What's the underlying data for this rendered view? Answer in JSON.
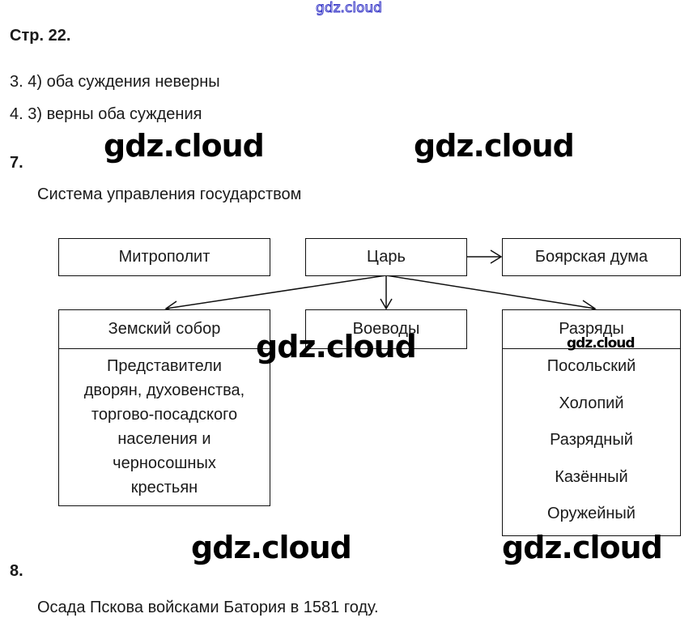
{
  "watermark": "gdz.cloud",
  "page_header": "Стр. 22.",
  "answers": [
    "3. 4) оба суждения неверны",
    "4. 3) верны оба суждения"
  ],
  "task7": {
    "number": "7.",
    "title": "Система управления государством",
    "boxes": {
      "metropolitan": "Митрополит",
      "tsar": "Царь",
      "boyar_duma": "Боярская дума",
      "zemsky_sobor": "Земский собор",
      "voevody": "Воеводы",
      "razryady": "Разряды"
    },
    "zemsky_sobor_members": [
      "Представители",
      "дворян, духовенства,",
      "торгово-посадского",
      "населения и",
      "черносошных",
      "крестьян"
    ],
    "prikazy": [
      "Посольский",
      "Холопий",
      "Разрядный",
      "Казённый",
      "Оружейный"
    ]
  },
  "task8": {
    "number": "8.",
    "text": "Осада Пскова войсками Батория в 1581 году."
  }
}
